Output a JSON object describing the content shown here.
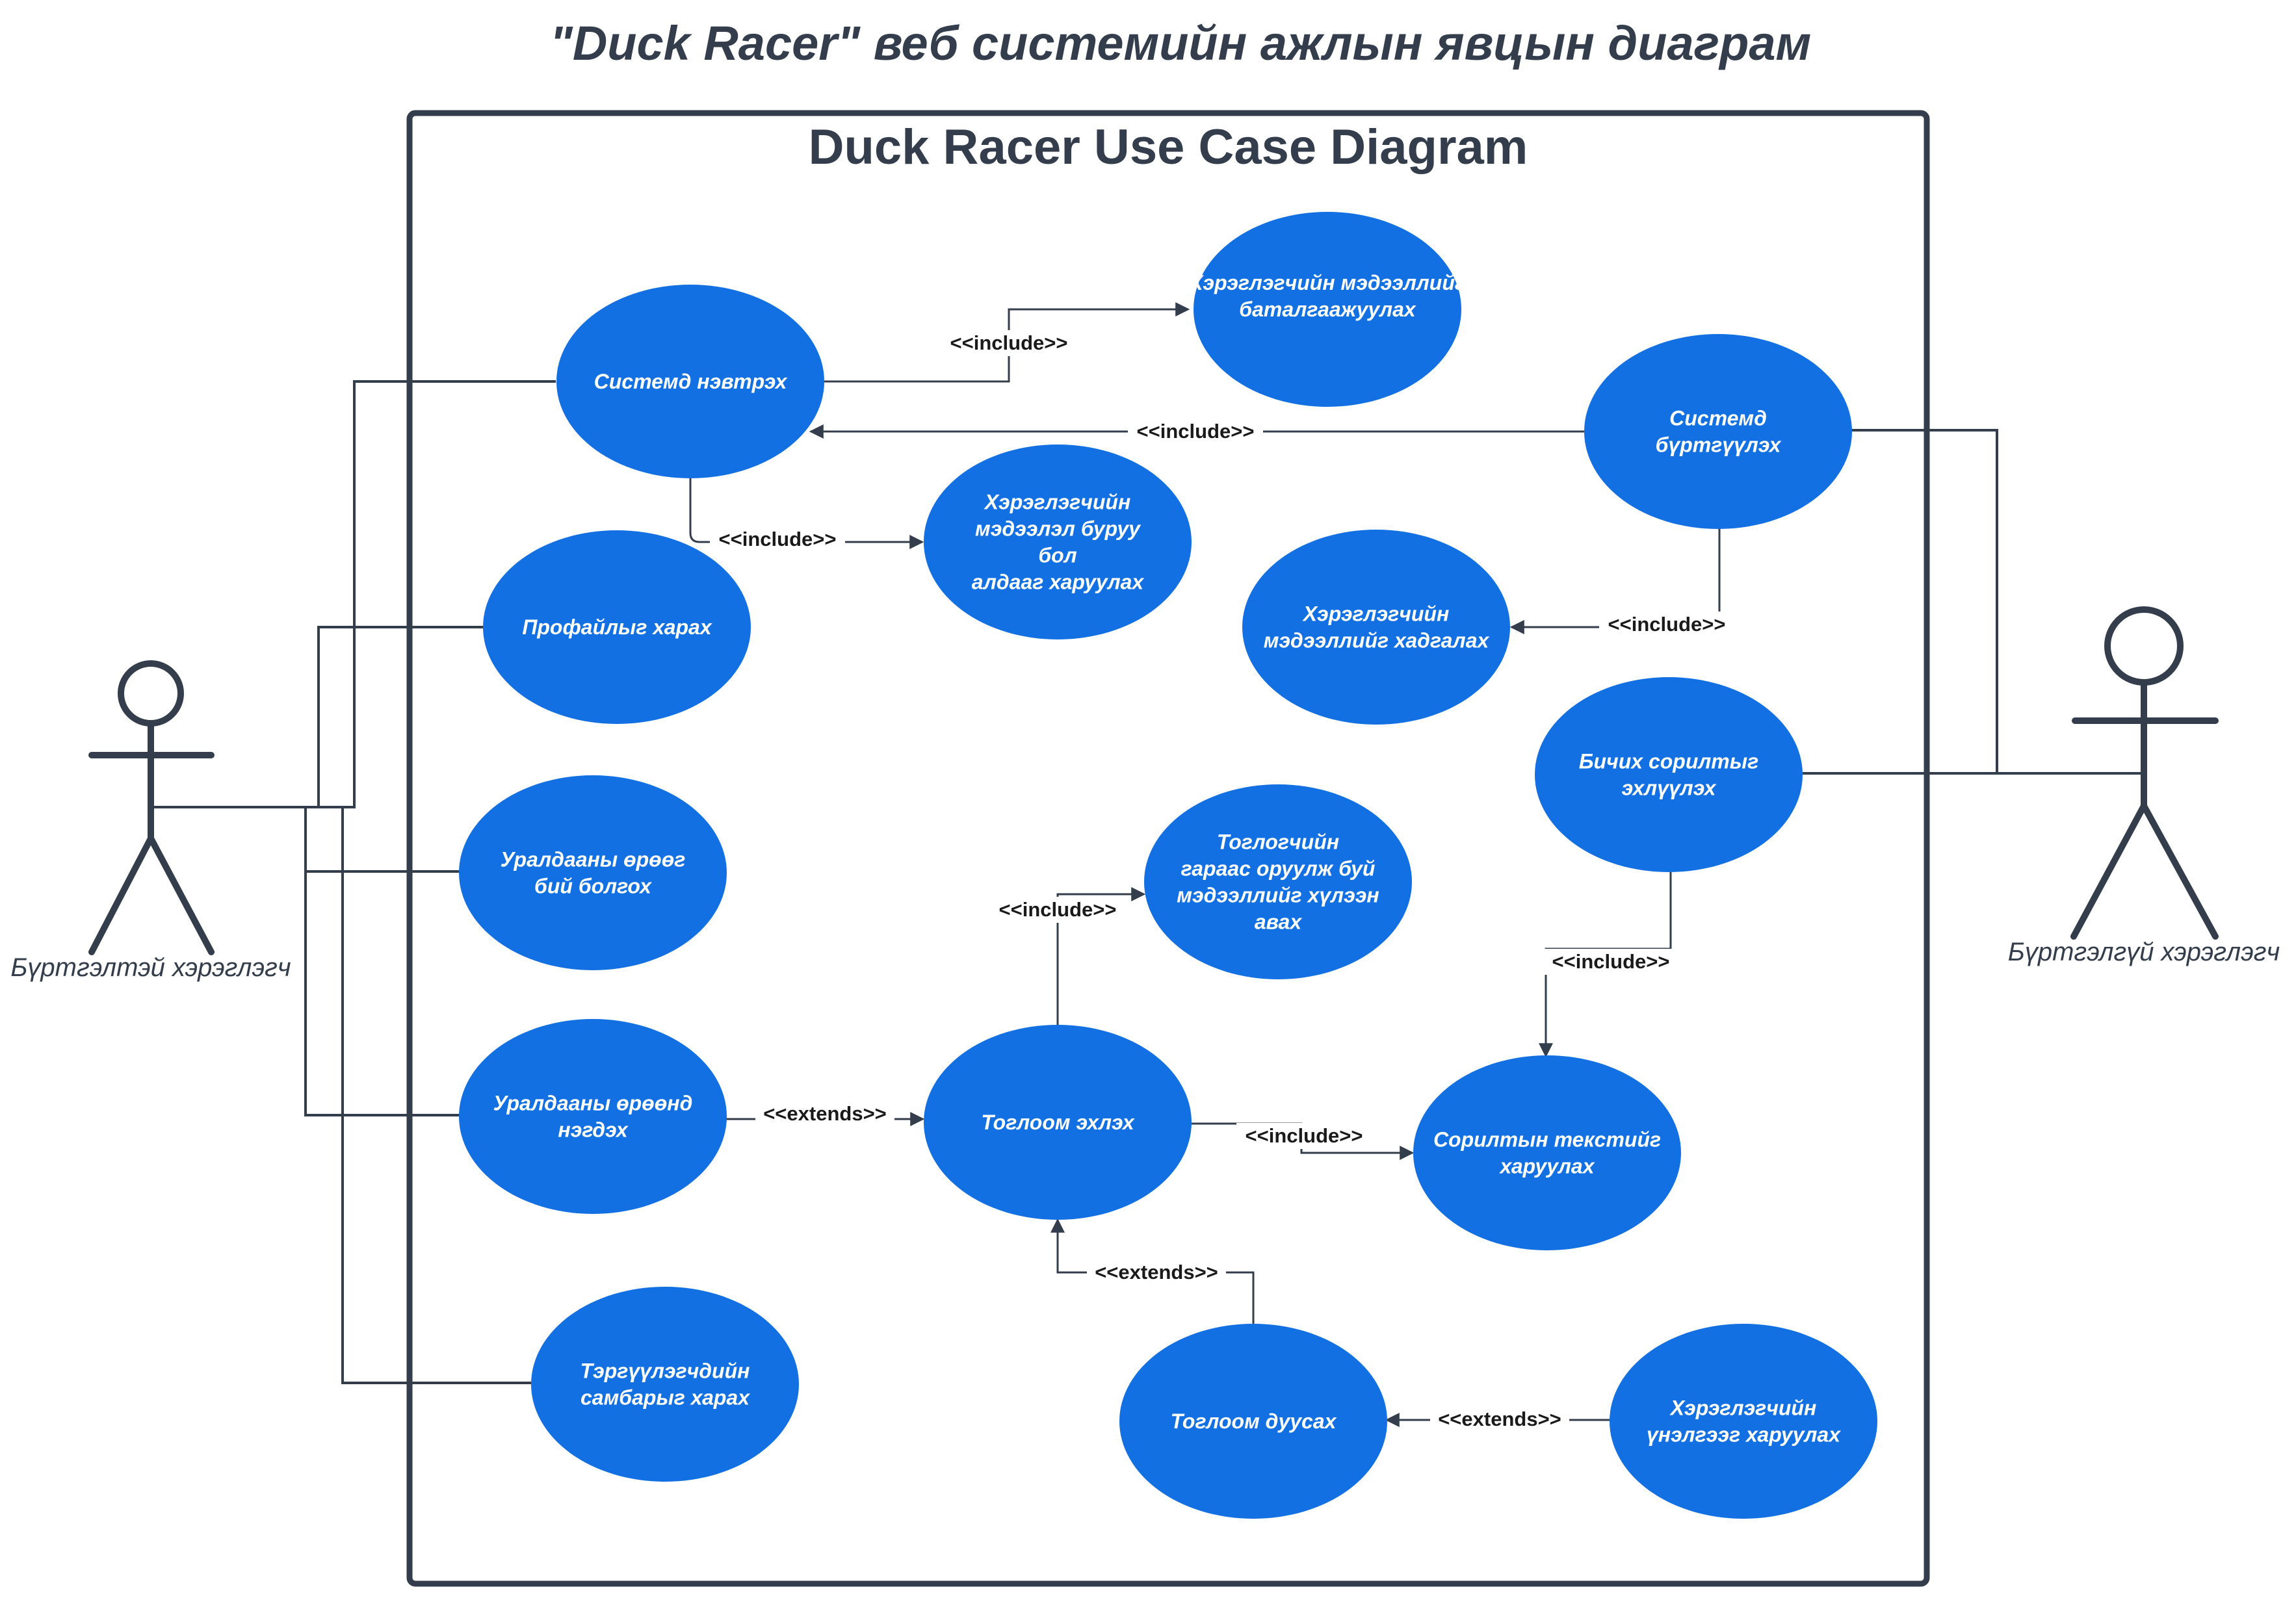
{
  "figure_title": "\"Duck Racer\" веб системийн ажлын явцын диаграм",
  "system_title": "Duck Racer Use Case Diagram",
  "actors": [
    {
      "id": "registered",
      "name": "Бүртгэлтэй хэрэглэгч"
    },
    {
      "id": "unregistered",
      "name": "Бүртгэлгүй хэрэглэгч"
    }
  ],
  "use_cases": [
    {
      "id": "login",
      "label": "Системд нэвтрэх"
    },
    {
      "id": "verify",
      "label": "Хэрэглэгчийн мэдээллийг баталгаажуулах"
    },
    {
      "id": "error",
      "label": "Хэрэглэгчийн мэдээлэл буруу бол алдааг харуулах"
    },
    {
      "id": "profile",
      "label": "Профайлыг харах"
    },
    {
      "id": "register",
      "label": "Системд бүртгүүлэх"
    },
    {
      "id": "save",
      "label": "Хэрэглэгчийн мэдээллийг хадгалах"
    },
    {
      "id": "typing",
      "label": "Бичих сорилтыг эхлүүлэх"
    },
    {
      "id": "room",
      "label": "Уралдааны өрөөг бий болгох"
    },
    {
      "id": "input",
      "label": "Тоглогчийн гараас оруулж буй мэдээллийг хүлээн авах"
    },
    {
      "id": "join",
      "label": "Уралдааны өрөөнд нэгдэх"
    },
    {
      "id": "start",
      "label": "Тоглоом эхлэх"
    },
    {
      "id": "text",
      "label": "Сорилтын текстийг харуулах"
    },
    {
      "id": "leaderboard",
      "label": "Тэргүүлэгчдийн самбарыг харах"
    },
    {
      "id": "end",
      "label": "Тоглоом дуусах"
    },
    {
      "id": "rating",
      "label": "Хэрэглэгчийн үнэлгээг харуулах"
    }
  ],
  "relations": [
    {
      "from": "login",
      "to": "verify",
      "label": "<<include>>"
    },
    {
      "from": "register",
      "to": "login",
      "label": "<<include>>"
    },
    {
      "from": "login",
      "to": "error",
      "label": "<<include>>"
    },
    {
      "from": "register",
      "to": "save",
      "label": "<<include>>"
    },
    {
      "from": "typing",
      "to": "text",
      "label": "<<include>>"
    },
    {
      "from": "start",
      "to": "input",
      "label": "<<include>>"
    },
    {
      "from": "join",
      "to": "start",
      "label": "<<extends>>"
    },
    {
      "from": "start",
      "to": "text",
      "label": "<<include>>"
    },
    {
      "from": "end",
      "to": "start",
      "label": "<<extends>>"
    },
    {
      "from": "rating",
      "to": "end",
      "label": "<<extends>>"
    }
  ],
  "colors": {
    "use_case_fill": "#1270e3",
    "use_case_text": "#ffffff",
    "line": "#333d4b",
    "title": "#333d4b"
  }
}
